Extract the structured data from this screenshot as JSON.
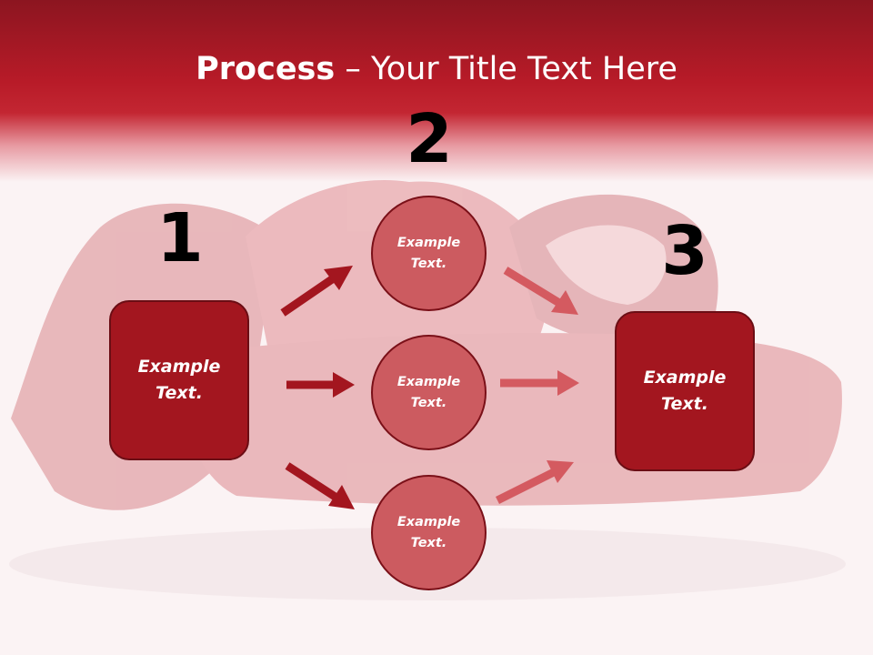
{
  "title": {
    "bold": "Process",
    "dash": " – ",
    "rest": "Your Title Text Here"
  },
  "steps": {
    "one": "1",
    "two": "2",
    "three": "3"
  },
  "left_box": {
    "line1": "Example",
    "line2": "Text."
  },
  "right_box": {
    "line1": "Example",
    "line2": "Text."
  },
  "circles": [
    {
      "line1": "Example",
      "line2": "Text."
    },
    {
      "line1": "Example",
      "line2": "Text."
    },
    {
      "line1": "Example",
      "line2": "Text."
    }
  ],
  "colors": {
    "header": "#b81b28",
    "box_fill": "#a3161f",
    "circle_fill": "#cc5b60",
    "arrow_dark": "#a3161f",
    "arrow_light": "#d45a60"
  }
}
